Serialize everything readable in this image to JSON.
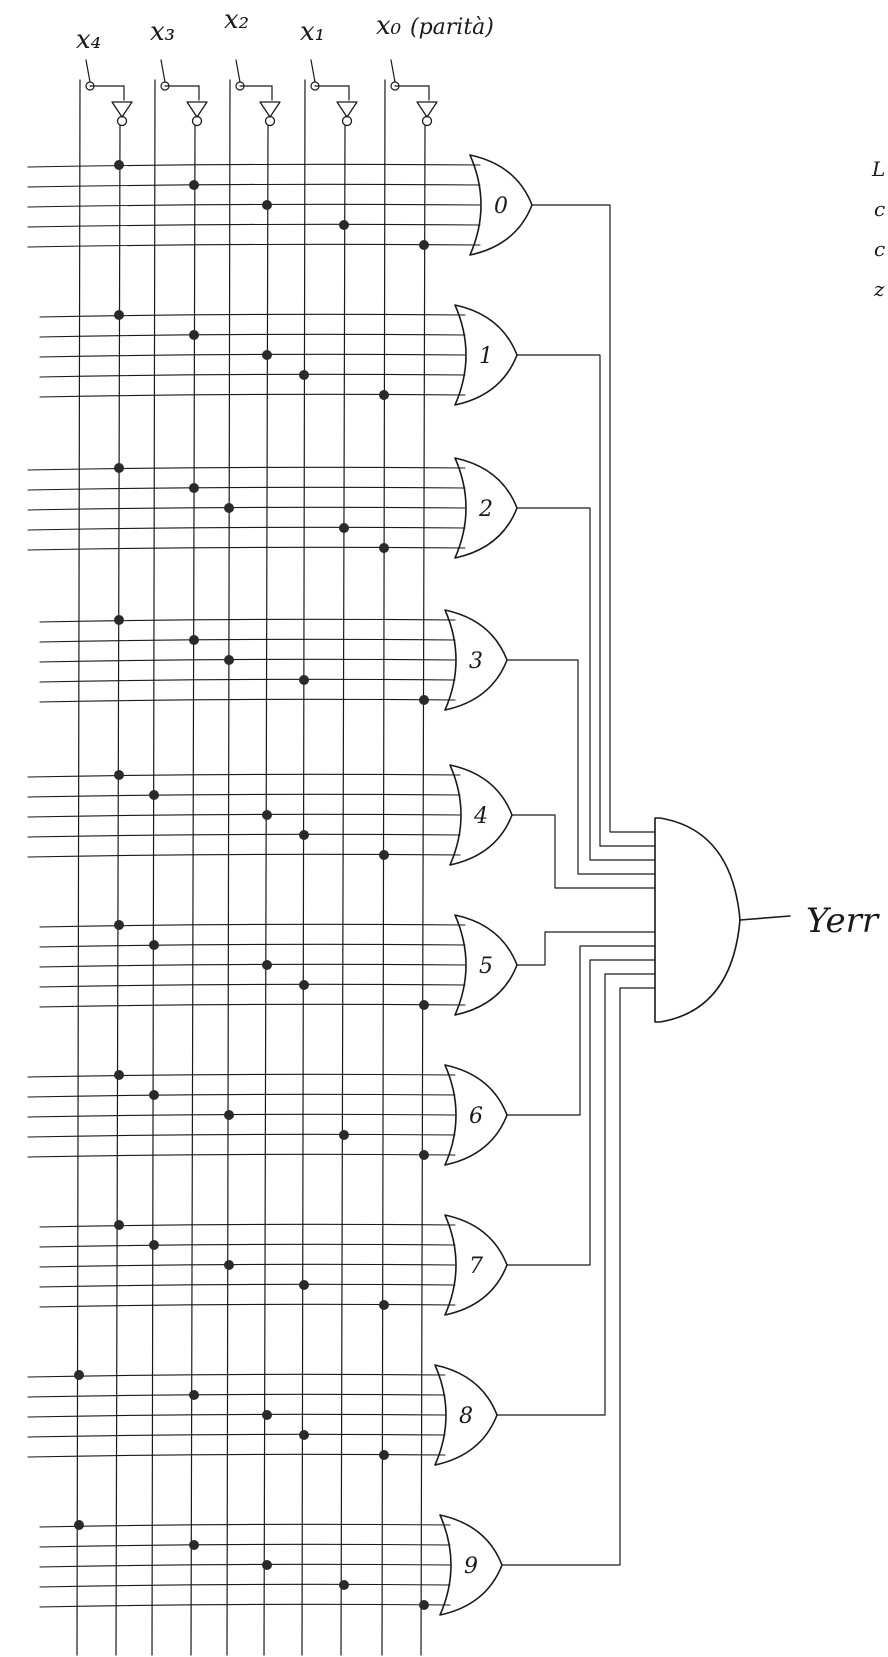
{
  "inputs": {
    "x4": "x₄",
    "x3": "x₃",
    "x2": "x₂",
    "x1": "x₁",
    "x0": "x₀",
    "x0_note": "(parità)"
  },
  "gates": [
    "0",
    "1",
    "2",
    "3",
    "4",
    "5",
    "6",
    "7",
    "8",
    "9"
  ],
  "output_label": "Yerr",
  "margin_text": [
    "L",
    "c",
    "c",
    "z"
  ],
  "colors": {
    "ink": "#1a1a1a",
    "paper": "#ffffff"
  }
}
